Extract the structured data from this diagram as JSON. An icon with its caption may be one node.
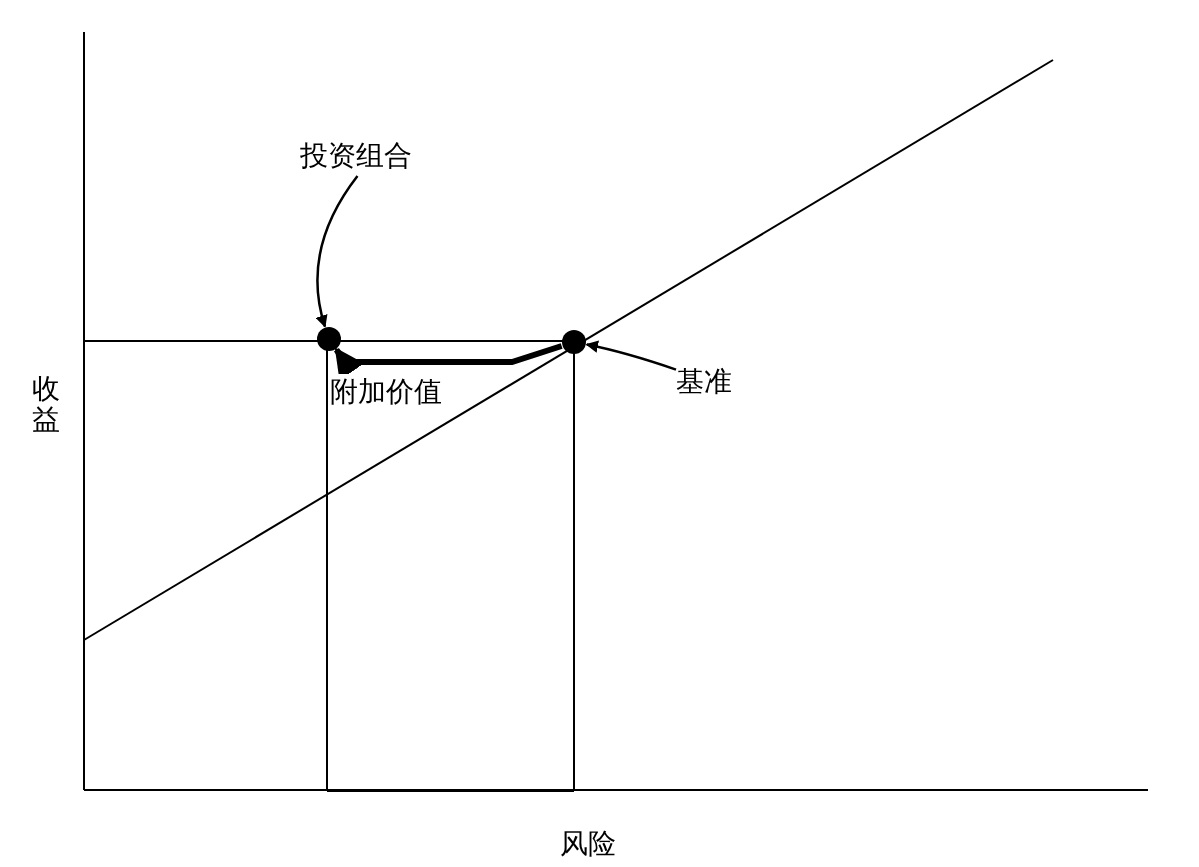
{
  "diagram": {
    "nodes": [
      {
        "text": [
          "投资组合"
        ]
      },
      {
        "text": [],
        "shape": "circle"
      },
      {
        "text": [
          "基准"
        ]
      },
      {
        "text": [],
        "shape": "circle"
      }
    ],
    "edges": [
      {
        "from": 0,
        "to": 1,
        "arrow": "to"
      },
      {
        "from": 2,
        "to": 3,
        "arrow": "to"
      },
      {
        "from": 3,
        "to": 1,
        "arrow": "to",
        "label": "附加价值",
        "style": "thick"
      }
    ],
    "labels": [
      "收益",
      "风险"
    ]
  }
}
